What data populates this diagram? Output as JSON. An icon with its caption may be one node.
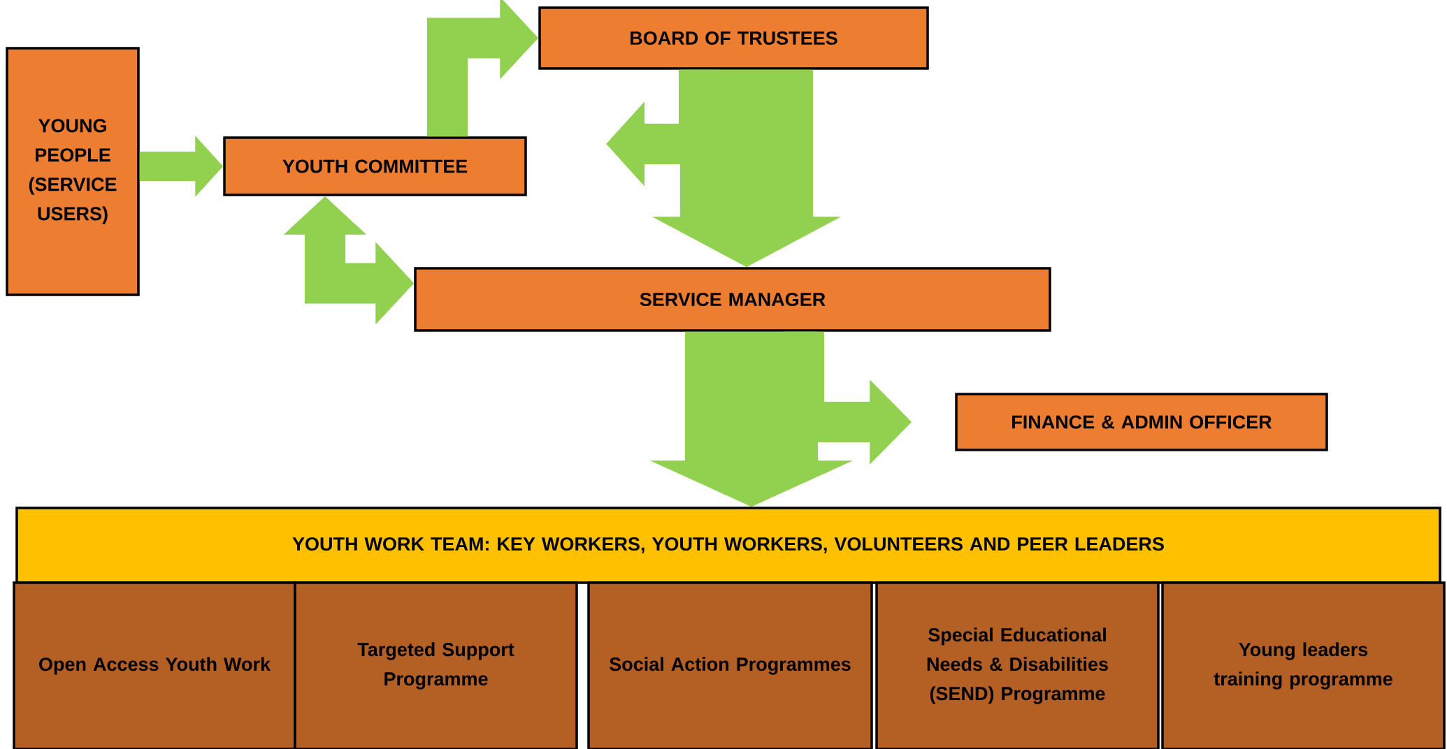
{
  "diagram": {
    "nodes": [
      {
        "text": [
          "YOUNG PEOPLE (SERVICE USERS)"
        ]
      },
      {
        "text": [
          "YOUTH COMMITTEE"
        ]
      },
      {
        "text": [
          "BOARD OF TRUSTEES"
        ]
      },
      {
        "text": [
          "SERVICE MANAGER"
        ]
      },
      {
        "text": [
          "FINANCE & ADMIN OFFICER"
        ]
      },
      {
        "text": [
          "YOUTH WORK TEAM: KEY WORKERS, YOUTH WORKERS, VOLUNTEERS AND PEER LEADERS"
        ]
      },
      {
        "text": [
          "Open Access Youth Work"
        ]
      },
      {
        "text": [
          "Targeted Support Programme"
        ]
      },
      {
        "text": [
          "Social Action Programmes"
        ]
      },
      {
        "text": [
          "Special Educational Needs & Disabilities (SEND) Programme"
        ]
      },
      {
        "text": [
          "Young leaders training programme"
        ]
      }
    ],
    "edges": [
      {
        "from": 0,
        "to": 1,
        "arrow": "to"
      },
      {
        "from": 1,
        "to": 2,
        "arrow": "to"
      },
      {
        "from": 2,
        "to": 3,
        "arrow": "to",
        "style": "thick"
      },
      {
        "from": 2,
        "to": null,
        "arrow": "to"
      },
      {
        "from": 1,
        "to": 3,
        "arrow": "both"
      },
      {
        "from": 3,
        "to": 5,
        "arrow": "to",
        "style": "thick"
      },
      {
        "from": 3,
        "to": 4,
        "arrow": "to"
      }
    ]
  }
}
